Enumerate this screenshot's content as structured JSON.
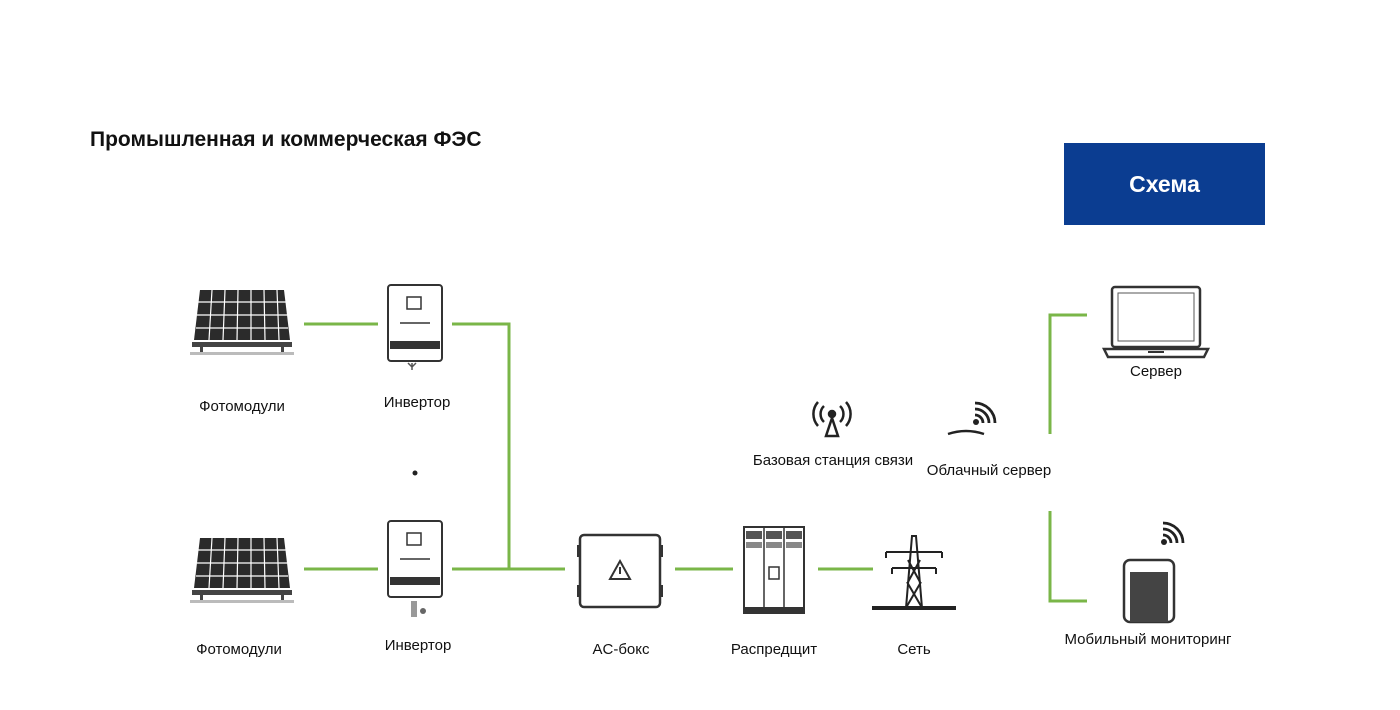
{
  "title": "Промышленная и коммерческая ФЭС",
  "scheme_button": "Схема",
  "labels": {
    "pv_top": "Фотомодули",
    "inverter_top": "Инвертор",
    "pv_bottom": "Фотомодули",
    "inverter_bottom": "Инвертор",
    "ac_box": "AC-бокс",
    "switchboard": "Распредщит",
    "grid": "Сеть",
    "base_station": "Базовая станция связи",
    "cloud_server": "Облачный сервер",
    "server": "Сервер",
    "mobile": "Мобильный мониторинг"
  },
  "colors": {
    "accent": "#0b3d91",
    "wire": "#7ab648"
  },
  "icons": [
    "solar-panel-icon",
    "inverter-icon",
    "ac-box-icon",
    "switchboard-icon",
    "power-tower-icon",
    "antenna-icon",
    "wifi-icon",
    "laptop-icon",
    "smartphone-icon"
  ]
}
